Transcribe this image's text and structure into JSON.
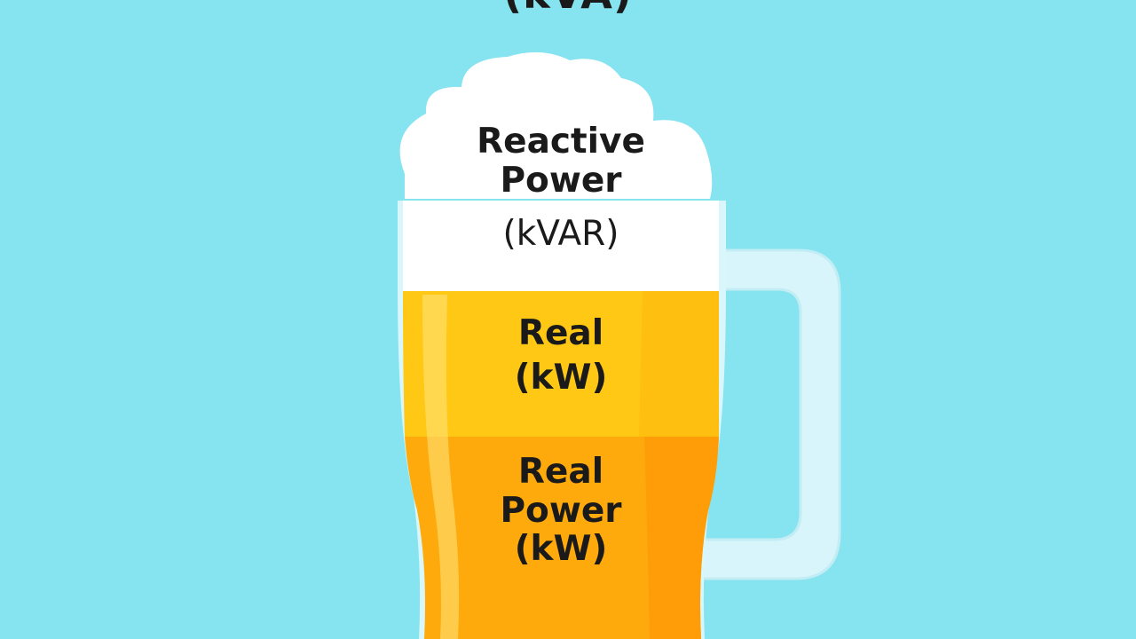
{
  "diagram": {
    "top_label": "(kVA)",
    "foam": {
      "line1": "Reactive",
      "line2": "Power",
      "unit": "(kVAR)"
    },
    "upper_beer": {
      "line1": "Real",
      "line2": "(kW)"
    },
    "lower_beer": {
      "line1": "Real",
      "line2": "Power",
      "line3": "(kW)"
    }
  },
  "colors": {
    "background": "#86e3f0",
    "foam": "#ffffff",
    "beer_upper": "#ffc814",
    "beer_lower": "#ffa80c",
    "glass": "#d9f6fb",
    "text": "#1a1a1a"
  }
}
